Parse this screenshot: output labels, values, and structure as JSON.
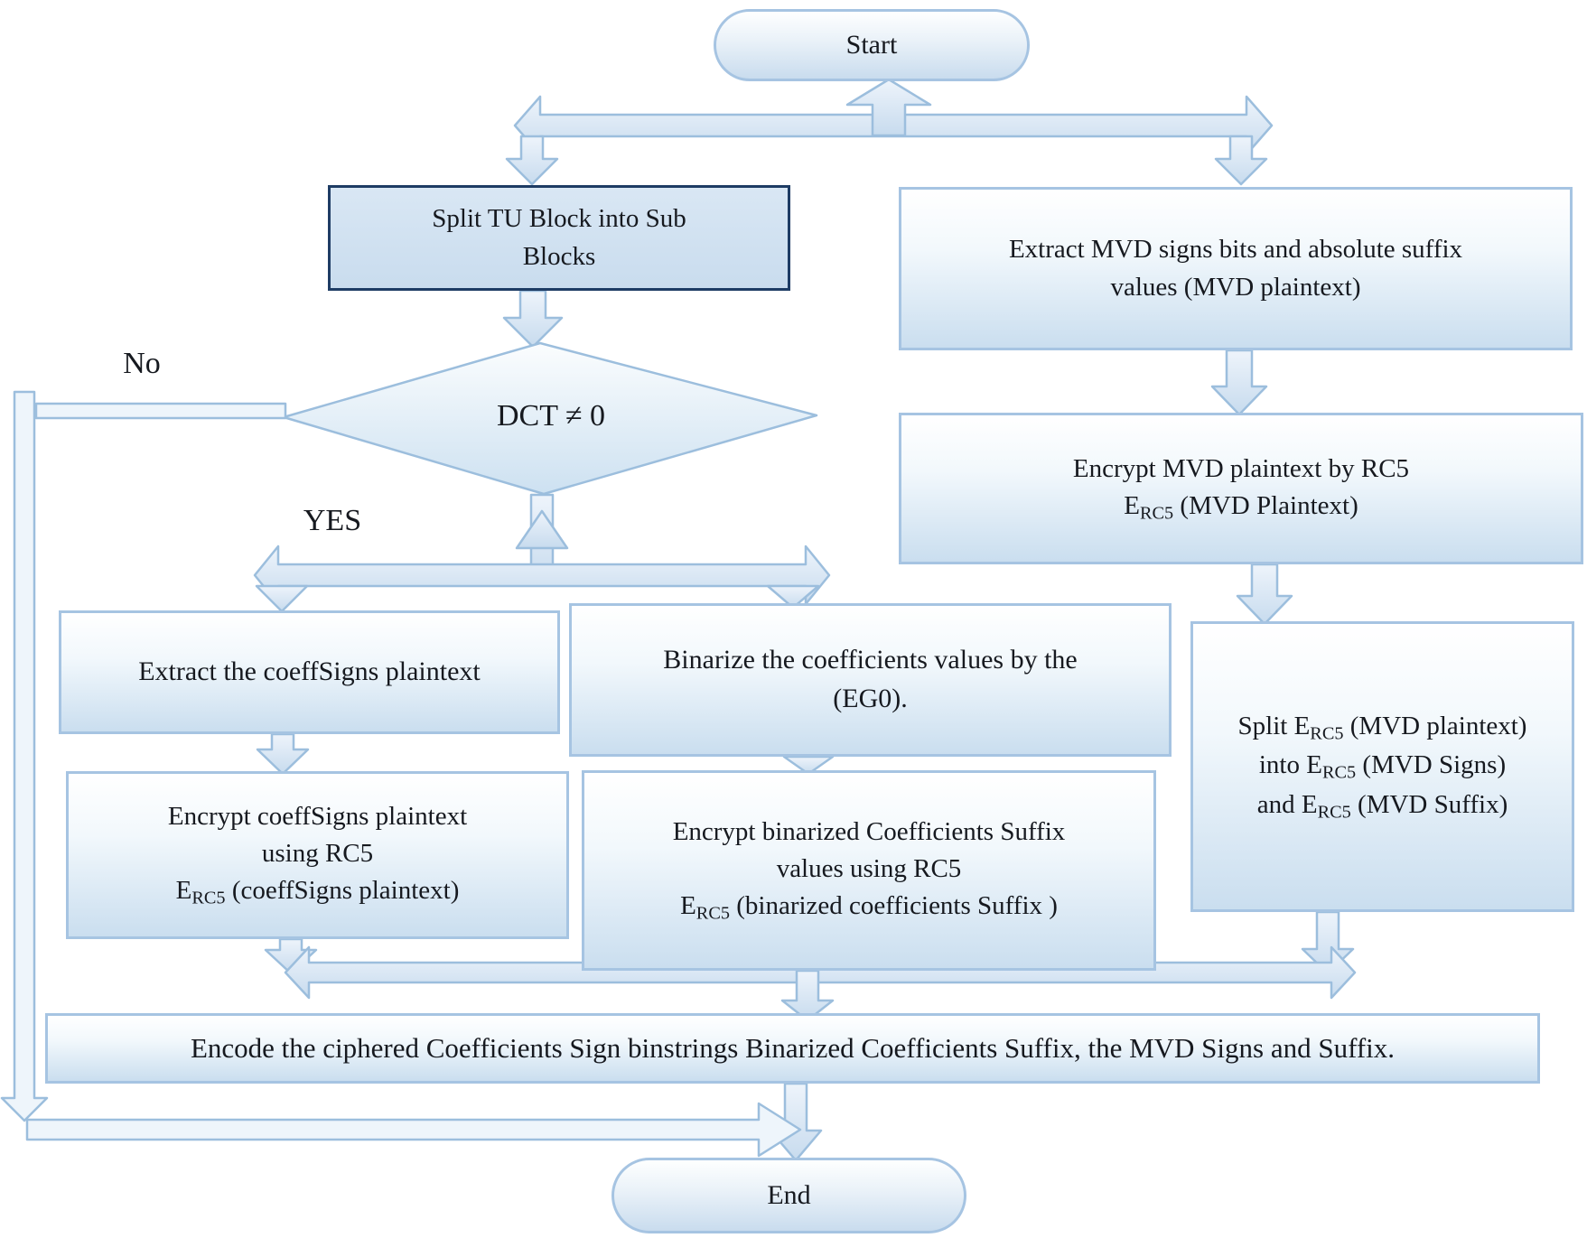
{
  "colors": {
    "accent_border": "#a6c4e2",
    "dark_border": "#1e3c64",
    "arrow_stroke": "#9cbedd",
    "text": "#16191f",
    "background": "#ffffff"
  },
  "labels": {
    "no": "No",
    "yes": "YES"
  },
  "nodes": {
    "start": {
      "label": "Start"
    },
    "split_tu": {
      "line1": "Split TU Block into Sub",
      "line2": "Blocks"
    },
    "extract_mvd": {
      "line1": "Extract MVD signs bits and absolute suffix",
      "line2": "values (MVD plaintext)"
    },
    "decision": {
      "label": "DCT ≠ 0"
    },
    "extract_coeff": {
      "line1": "Extract the coeffSigns plaintext"
    },
    "binarize": {
      "line1": "Binarize the coefficients values by the",
      "line2": "(EG0)."
    },
    "encrypt_coeff": {
      "line1": "Encrypt coeffSigns plaintext",
      "line2": "using RC5",
      "f_pre": "E",
      "f_sub": "RC5",
      "f_post": " (coeffSigns plaintext)"
    },
    "encrypt_bin": {
      "line1": "Encrypt binarized Coefficients Suffix",
      "line2": "values using RC5",
      "f_pre": "E",
      "f_sub": "RC5",
      "f_post": " (binarized coefficients Suffix )"
    },
    "encrypt_mvd": {
      "line1": "Encrypt MVD plaintext by RC5",
      "f_pre": "E",
      "f_sub": "RC5",
      "f_post": " (MVD Plaintext)"
    },
    "split_mvd": {
      "l1_pre": "Split E",
      "l1_sub": "RC5",
      "l1_post": " (MVD plaintext)",
      "l2_pre": "into E",
      "l2_sub": "RC5",
      "l2_post": " (MVD Signs)",
      "l3_pre": "and E",
      "l3_sub": "RC5",
      "l3_post": " (MVD Suffix)"
    },
    "encode": {
      "line1": "Encode the ciphered Coefficients Sign binstrings Binarized Coefficients Suffix, the MVD Signs and Suffix."
    },
    "end": {
      "label": "End"
    }
  }
}
